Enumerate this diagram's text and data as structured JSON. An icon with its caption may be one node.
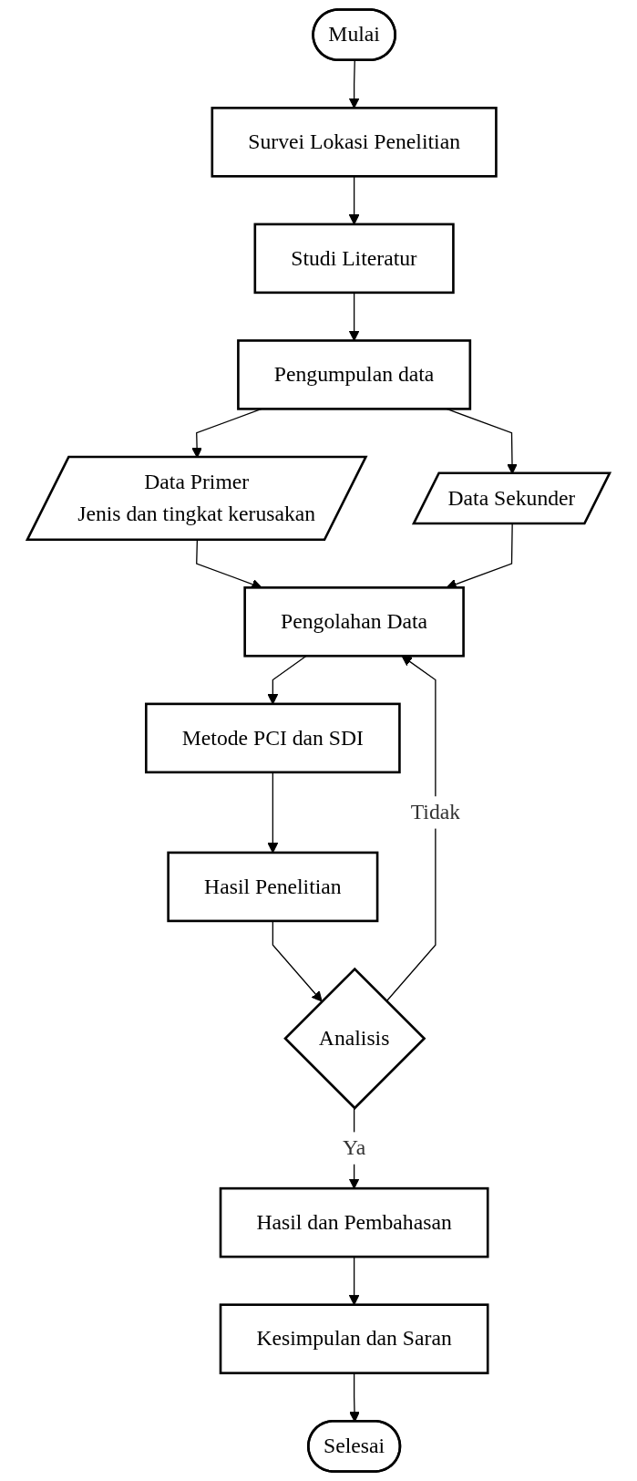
{
  "diagram": {
    "nodes": [
      {
        "text": [
          "Mulai"
        ]
      },
      {
        "text": [
          "Survei Lokasi Penelitian"
        ]
      },
      {
        "text": [
          "Studi Literatur"
        ]
      },
      {
        "text": [
          "Pengumpulan data"
        ]
      },
      {
        "text": [
          "Data Primer",
          "Jenis dan tingkat kerusakan"
        ]
      },
      {
        "text": [
          "Data Sekunder"
        ]
      },
      {
        "text": [
          "Pengolahan Data"
        ]
      },
      {
        "text": [
          "Metode PCI dan SDI"
        ]
      },
      {
        "text": [
          "Hasil Penelitian"
        ]
      },
      {
        "text": [
          "Analisis"
        ]
      },
      {
        "text": [
          "Hasil dan Pembahasan"
        ]
      },
      {
        "text": [
          "Kesimpulan dan Saran"
        ]
      },
      {
        "text": [
          "Selesai"
        ]
      }
    ],
    "edges": [
      {
        "from": 0,
        "to": 1,
        "arrow": "to"
      },
      {
        "from": 1,
        "to": 2,
        "arrow": "to"
      },
      {
        "from": 2,
        "to": 3,
        "arrow": "to"
      },
      {
        "from": 3,
        "to": 4,
        "arrow": "to"
      },
      {
        "from": 3,
        "to": 5,
        "arrow": "to"
      },
      {
        "from": 4,
        "to": 6,
        "arrow": "to"
      },
      {
        "from": 5,
        "to": 6,
        "arrow": "to"
      },
      {
        "from": 6,
        "to": 7,
        "arrow": "to"
      },
      {
        "from": 7,
        "to": 8,
        "arrow": "to"
      },
      {
        "from": 8,
        "to": 9,
        "arrow": "to"
      },
      {
        "from": 9,
        "to": 6,
        "label": "Tidak",
        "arrow": "to"
      },
      {
        "from": 9,
        "to": 10,
        "label": "Ya",
        "arrow": "to"
      },
      {
        "from": 10,
        "to": 11,
        "arrow": "to"
      },
      {
        "from": 11,
        "to": 12,
        "arrow": "to"
      }
    ]
  }
}
